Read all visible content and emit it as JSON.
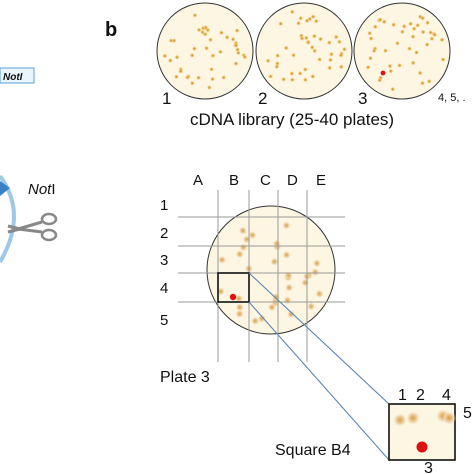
{
  "panel_b": {
    "letter": "b",
    "plate_numbers": [
      "1",
      "2",
      "3"
    ],
    "more_plates": "4, 5, .",
    "library_caption": "cDNA library (25-40 plates)"
  },
  "left_fragment": {
    "notI_box_label": "NotI",
    "notI_site_label_italic": "Not",
    "notI_site_label_roman": "I"
  },
  "grid": {
    "columns": [
      "A",
      "B",
      "C",
      "D",
      "E"
    ],
    "rows": [
      "1",
      "2",
      "3",
      "4",
      "5"
    ],
    "plate_label": "Plate 3",
    "square_label": "Square B4",
    "inset_top_numbers": [
      "1",
      "2",
      "4"
    ],
    "inset_right_number": "5",
    "inset_bottom_number": "3"
  },
  "colors": {
    "plate_fill": "#fdf6e3",
    "colony": "#e8b85a",
    "positive_clone": "#dd1111",
    "zoom_line": "#5b86b6",
    "scissors": "#888888",
    "loop": "#9ec8e8",
    "notI_box_border": "#5aa0d0"
  },
  "icons": [
    "scissors-icon",
    "arrowhead-icon"
  ]
}
